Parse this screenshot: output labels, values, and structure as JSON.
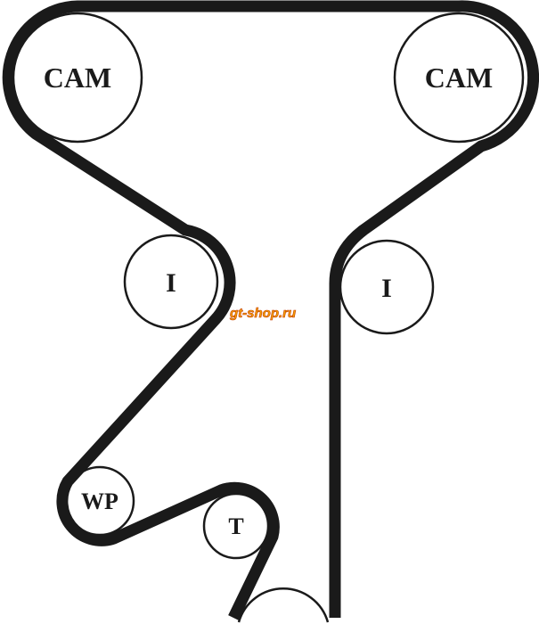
{
  "labels": {
    "cam_left": "CAM",
    "cam_right": "CAM",
    "idler_left": "I",
    "idler_right": "I",
    "water_pump": "WP",
    "tensioner": "T"
  },
  "watermark": "gt-shop.ru",
  "colors": {
    "belt": "#1a1a1a",
    "watermark": "#f5a000"
  }
}
